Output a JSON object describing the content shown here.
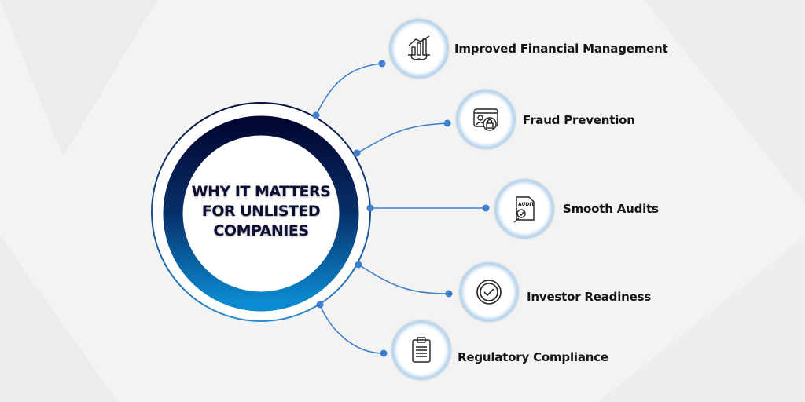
{
  "center": {
    "title": "WHY IT MATTERS FOR UNLISTED COMPANIES"
  },
  "items": [
    {
      "label": "Improved Financial Management",
      "icon": "chart-gear-icon"
    },
    {
      "label": "Fraud Prevention",
      "icon": "user-lock-icon"
    },
    {
      "label": "Smooth Audits",
      "icon": "audit-magnifier-icon"
    },
    {
      "label": "Investor Readiness",
      "icon": "checkmark-badge-icon"
    },
    {
      "label": "Regulatory Compliance",
      "icon": "clipboard-icon"
    }
  ],
  "colors": {
    "navy": "#020833",
    "blue": "#0a86cc",
    "line": "#3d7fcc"
  }
}
